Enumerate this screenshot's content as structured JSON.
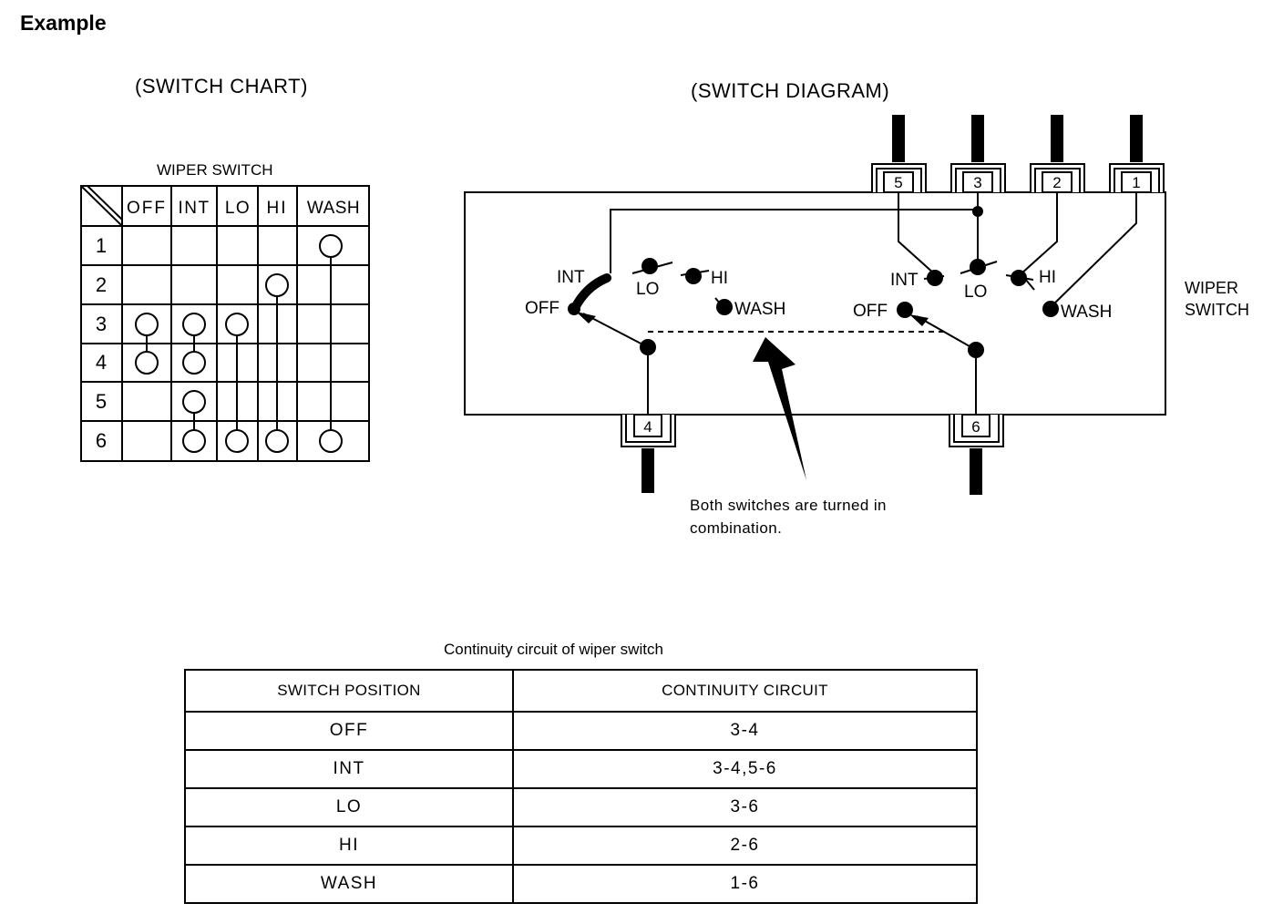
{
  "heading": "Example",
  "switch_chart": {
    "heading": "(SWITCH CHART)",
    "title": "WIPER SWITCH",
    "columns": [
      "OFF",
      "INT",
      "LO",
      "HI",
      "WASH"
    ],
    "rows": [
      "1",
      "2",
      "3",
      "4",
      "5",
      "6"
    ],
    "connections": [
      {
        "position": "OFF",
        "terminals": [
          "3",
          "4"
        ]
      },
      {
        "position": "INT",
        "terminals": [
          "3",
          "4"
        ]
      },
      {
        "position": "INT",
        "terminals": [
          "5",
          "6"
        ]
      },
      {
        "position": "LO",
        "terminals": [
          "3",
          "6"
        ]
      },
      {
        "position": "HI",
        "terminals": [
          "2",
          "6"
        ]
      },
      {
        "position": "WASH",
        "terminals": [
          "1",
          "6"
        ]
      }
    ]
  },
  "switch_diagram": {
    "heading": "(SWITCH DIAGRAM)",
    "top_terminals": [
      "5",
      "3",
      "2",
      "1"
    ],
    "bottom_terminals": [
      "4",
      "6"
    ],
    "left_positions": {
      "int": "INT",
      "lo": "LO",
      "hi": "HI",
      "off": "OFF",
      "wash": "WASH"
    },
    "right_positions": {
      "int": "INT",
      "lo": "LO",
      "hi": "HI",
      "off": "OFF",
      "wash": "WASH"
    },
    "label_line1": "WIPER",
    "label_line2": "SWITCH",
    "caption_line1": "Both switches are turned in",
    "caption_line2": "combination."
  },
  "continuity_table": {
    "caption": "Continuity circuit of wiper switch",
    "headers": [
      "SWITCH POSITION",
      "CONTINUITY CIRCUIT"
    ],
    "rows": [
      {
        "position": "OFF",
        "circuit": "3-4"
      },
      {
        "position": "INT",
        "circuit": "3-4,5-6"
      },
      {
        "position": "LO",
        "circuit": "3-6"
      },
      {
        "position": "HI",
        "circuit": "2-6"
      },
      {
        "position": "WASH",
        "circuit": "1-6"
      }
    ]
  }
}
